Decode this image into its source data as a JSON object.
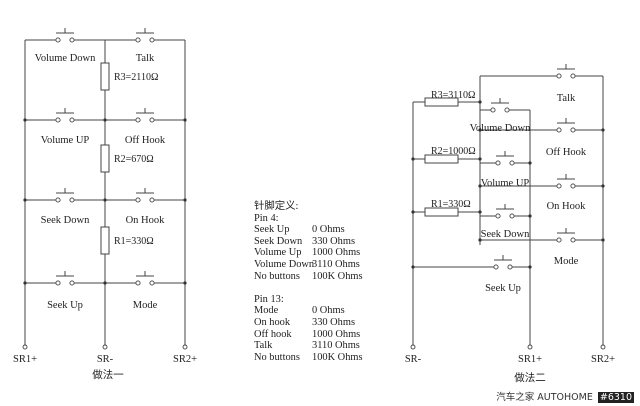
{
  "diagram_left": {
    "buttons": [
      {
        "id": "volume-down",
        "label": "Volume Down"
      },
      {
        "id": "talk",
        "label": "Talk"
      },
      {
        "id": "volume-up",
        "label": "Volume UP"
      },
      {
        "id": "off-hook",
        "label": "Off Hook"
      },
      {
        "id": "seek-down",
        "label": "Seek Down"
      },
      {
        "id": "on-hook",
        "label": "On Hook"
      },
      {
        "id": "seek-up",
        "label": "Seek Up"
      },
      {
        "id": "mode",
        "label": "Mode"
      }
    ],
    "resistors": [
      "R3=2110Ω",
      "R2=670Ω",
      "R1=330Ω"
    ],
    "terminals": [
      "SR1+",
      "SR-",
      "SR2+"
    ],
    "caption": "做法一"
  },
  "pin_table": {
    "title": "针脚定义:",
    "pin4": {
      "heading": "Pin 4:",
      "rows": [
        {
          "name": "Seek Up",
          "value": "0 Ohms"
        },
        {
          "name": "Seek Down",
          "value": "330 Ohms"
        },
        {
          "name": "Volume Up",
          "value": "1000 Ohms"
        },
        {
          "name": "Volume Down",
          "value": "3110 Ohms"
        },
        {
          "name": "No buttons",
          "value": "100K Ohms"
        }
      ]
    },
    "pin13": {
      "heading": "Pin 13:",
      "rows": [
        {
          "name": "Mode",
          "value": "0 Ohms"
        },
        {
          "name": "On hook",
          "value": "330 Ohms"
        },
        {
          "name": "Off hook",
          "value": "1000 Ohms"
        },
        {
          "name": "Talk",
          "value": "3110 Ohms"
        },
        {
          "name": "No buttons",
          "value": "100K Ohms"
        }
      ]
    }
  },
  "diagram_right": {
    "buttons": [
      {
        "id": "talk",
        "label": "Talk"
      },
      {
        "id": "volume-down",
        "label": "Volume Down"
      },
      {
        "id": "off-hook",
        "label": "Off Hook"
      },
      {
        "id": "volume-up",
        "label": "Volume UP"
      },
      {
        "id": "on-hook",
        "label": "On Hook"
      },
      {
        "id": "seek-down",
        "label": "Seek Down"
      },
      {
        "id": "mode",
        "label": "Mode"
      },
      {
        "id": "seek-up",
        "label": "Seek Up"
      }
    ],
    "resistors": [
      "R3=3110Ω",
      "R2=1000Ω",
      "R1=330Ω"
    ],
    "terminals": [
      "SR-",
      "SR1+",
      "SR2+"
    ],
    "caption": "做法二"
  },
  "footer": {
    "brand_cn": "汽车之家",
    "brand_en": "AUTOHOME",
    "id": "#6310"
  }
}
